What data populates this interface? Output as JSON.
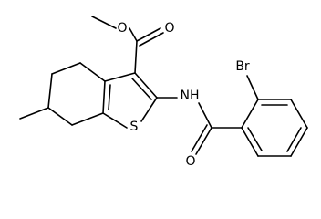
{
  "molecule": {
    "atoms": {
      "ester_O_double": "O",
      "ester_O_single": "O",
      "ring_S": "S",
      "amide_N": "NH",
      "amide_O": "O",
      "bromo": "Br"
    }
  }
}
